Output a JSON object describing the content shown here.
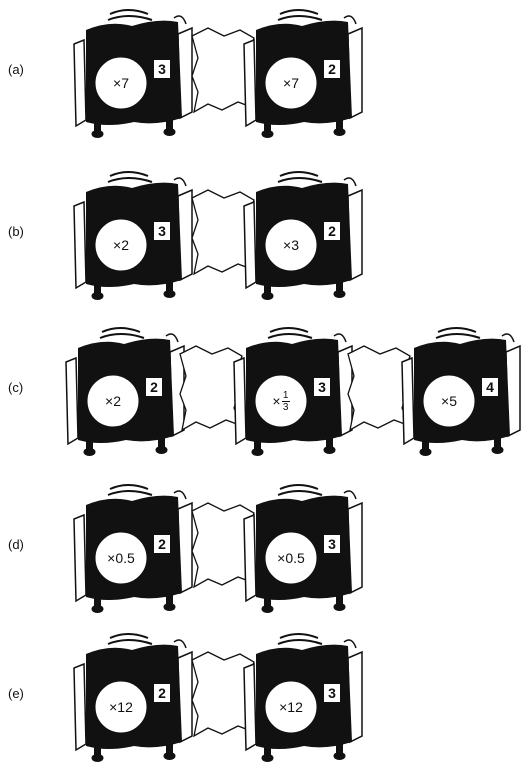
{
  "rows": [
    {
      "label": "(a)",
      "machines": [
        {
          "op": "×7",
          "count": "3"
        },
        {
          "op": "×7",
          "count": "2"
        }
      ]
    },
    {
      "label": "(b)",
      "machines": [
        {
          "op": "×2",
          "count": "3"
        },
        {
          "op": "×3",
          "count": "2"
        }
      ]
    },
    {
      "label": "(c)",
      "machines": [
        {
          "op": "×2",
          "count": "2"
        },
        {
          "op_prefix": "×",
          "num": "1",
          "den": "3",
          "count": "3"
        },
        {
          "op": "×5",
          "count": "4"
        }
      ]
    },
    {
      "label": "(d)",
      "machines": [
        {
          "op": "×0.5",
          "count": "2"
        },
        {
          "op": "×0.5",
          "count": "3"
        }
      ]
    },
    {
      "label": "(e)",
      "machines": [
        {
          "op": "×12",
          "count": "2"
        },
        {
          "op": "×12",
          "count": "3"
        }
      ]
    }
  ],
  "colors": {
    "ink": "#111111",
    "paper": "#ffffff"
  }
}
